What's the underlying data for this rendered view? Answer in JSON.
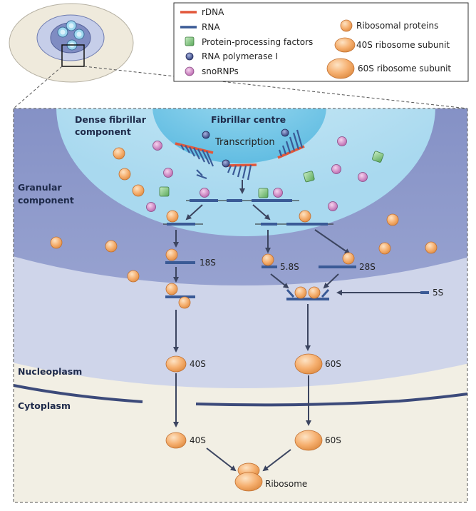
{
  "legend": {
    "items": [
      {
        "label": "rDNA",
        "symbol": "rdna-line",
        "color": "#e2573a"
      },
      {
        "label": "RNA",
        "symbol": "rna-line",
        "color": "#3a5a96"
      },
      {
        "label": "Protein-processing factors",
        "symbol": "green-square",
        "color": "#7ac47a"
      },
      {
        "label": "RNA polymerase I",
        "symbol": "navy-circle",
        "color": "#3d4d8a"
      },
      {
        "label": "snoRNPs",
        "symbol": "pink-circle",
        "color": "#c777bd"
      },
      {
        "label": "Ribosomal proteins",
        "symbol": "orange-small",
        "color": "#f2a55f"
      },
      {
        "label": "40S ribosome subunit",
        "symbol": "orange-medium",
        "color": "#f2a55f"
      },
      {
        "label": "60S ribosome subunit",
        "symbol": "orange-large",
        "color": "#f2a55f"
      }
    ]
  },
  "regions": {
    "dense_fibrillar": "Dense fibrillar",
    "dense_fibrillar_2": "component",
    "fibrillar_centre": "Fibrillar centre",
    "granular": "Granular",
    "granular_2": "component",
    "nucleoplasm": "Nucleoplasm",
    "cytoplasm": "Cytoplasm"
  },
  "process": {
    "transcription": "Transcription",
    "rrna_18s": "18S",
    "rrna_5_8s": "5.8S",
    "rrna_28s": "28S",
    "rrna_5s": "5S",
    "subunit_40s_nucleus": "40S",
    "subunit_60s_nucleus": "60S",
    "subunit_40s_cytoplasm": "40S",
    "subunit_60s_cytoplasm": "60S",
    "ribosome": "Ribosome"
  },
  "colors": {
    "granular_component": "#7f8cc2",
    "dense_fibrillar_component": "#b5dff0",
    "fibrillar_centre": "#7ecce9",
    "nucleoplasm": "#cfd5ea",
    "cytoplasm": "#f2efe4",
    "nuclear_envelope": "#3c4a7a",
    "arrow": "#3c4560"
  }
}
